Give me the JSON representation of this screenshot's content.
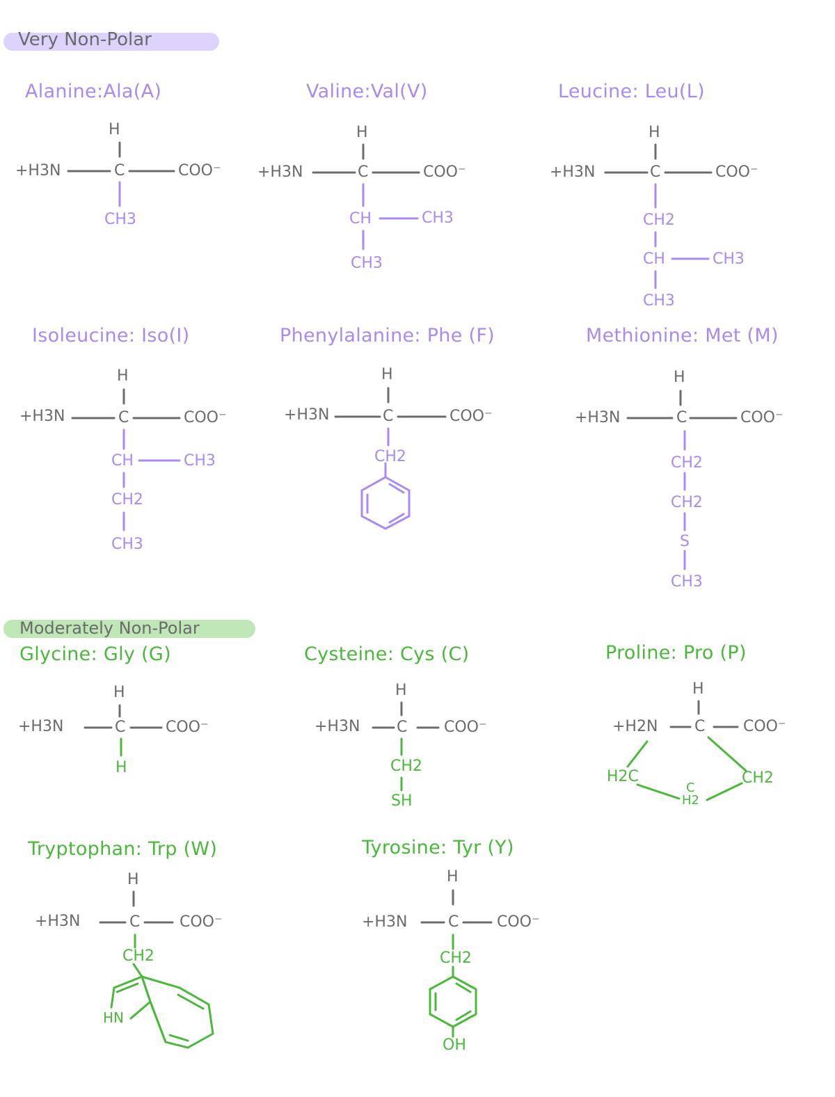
{
  "colors": {
    "very": "#a98af4",
    "moderate": "#49b93a",
    "backbone": "#6b6b6b",
    "very_badge": "#ddd3fc",
    "moderate_badge": "#bfe6b6"
  },
  "sections": {
    "very": "Very Non-Polar",
    "moderate": "Moderately Non-Polar"
  },
  "amino_acids": {
    "alanine": {
      "title": "Alanine:Ala(A)"
    },
    "valine": {
      "title": "Valine:Val(V)"
    },
    "leucine": {
      "title": "Leucine: Leu(L)"
    },
    "isoleucine": {
      "title": "Isoleucine: Iso(I)"
    },
    "phenylalanine": {
      "title": "Phenylalanine: Phe (F)"
    },
    "methionine": {
      "title": "Methionine: Met (M)"
    },
    "glycine": {
      "title": "Glycine: Gly (G)"
    },
    "cysteine": {
      "title": "Cysteine: Cys (C)"
    },
    "proline": {
      "title": "Proline: Pro (P)"
    },
    "tryptophan": {
      "title": "Tryptophan: Trp (W)"
    },
    "tyrosine": {
      "title": "Tyrosine: Tyr (Y)"
    }
  },
  "atoms": {
    "h": "H",
    "c": "C",
    "h3n": "+H3N",
    "h2n": "+H2N",
    "coo": "COO⁻",
    "ch3": "CH3",
    "ch2": "CH2",
    "ch": "CH",
    "s": "S",
    "sh": "SH",
    "h2c": "H2C",
    "ring_c": "C",
    "ring_h2": "H2",
    "hn": "HN",
    "oh": "OH"
  }
}
